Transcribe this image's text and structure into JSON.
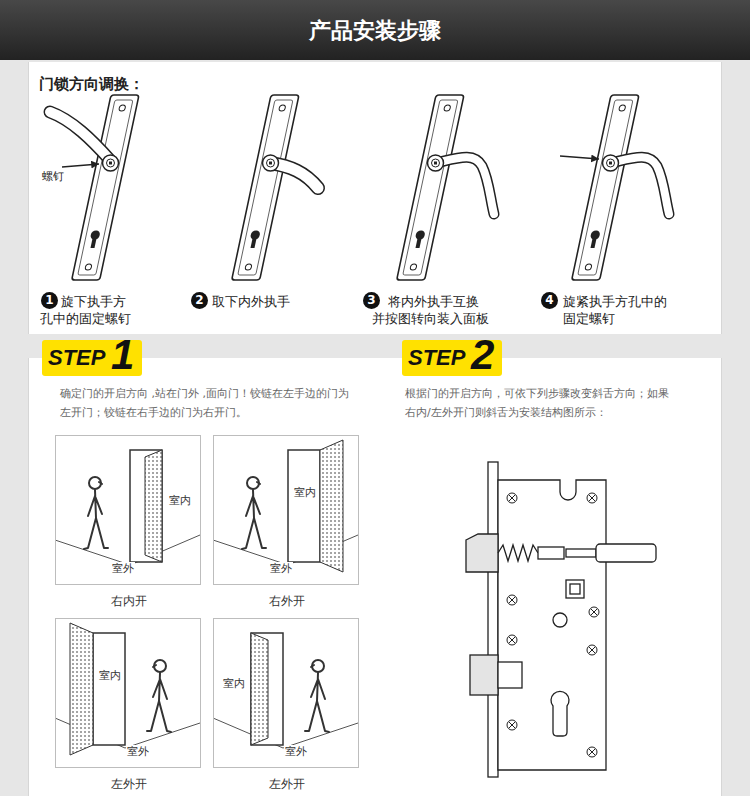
{
  "diagram": {
    "title": "产品安装步骤",
    "nodes": [
      {
        "text": [
          "门锁方向调换："
        ]
      },
      {
        "text": [
          "1"
        ],
        "in": 0
      },
      {
        "text": [
          "2"
        ],
        "in": 0
      },
      {
        "text": [
          "3"
        ],
        "in": 0
      },
      {
        "text": [
          "4"
        ],
        "in": 0
      },
      {
        "text": [
          "室内",
          "室外",
          "右内开"
        ]
      },
      {
        "text": [
          "室内",
          "室外",
          "右外开"
        ]
      },
      {
        "text": [
          "室内",
          "室外",
          "左外开"
        ]
      },
      {
        "text": [
          "室内",
          "室外",
          "左外开"
        ]
      }
    ],
    "labels": [
      "螺钉",
      "旋下执手方孔中的固定螺钉",
      "取下内外执手",
      "将内外执手互换并按图转向装入面板",
      "旋紧执手方孔中的固定螺钉",
      "STEP",
      "1",
      "确定门的开启方向 ,站在门外 ,面向门！铰链在左手边的门为左开门；铰链在右手边的门为右开门。",
      "STEP",
      "2",
      "根据门的开启方向，可依下列步骤改变斜舌方向；如果右内/左外开门则斜舌为安装结构图所示："
    ]
  }
}
